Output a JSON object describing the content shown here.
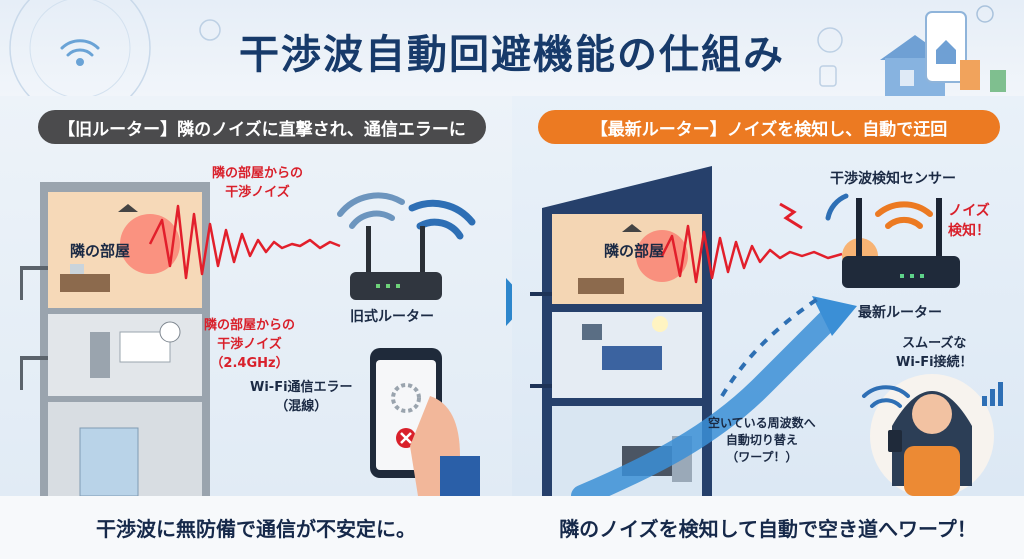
{
  "title": "干渉波自動回避機能の仕組み",
  "left": {
    "header": "【旧ルーター】隣のノイズに直撃され、通信エラーに",
    "room_label": "隣の部屋",
    "noise_label_top": "隣の部屋からの\n干渉ノイズ",
    "noise_label_mid": "隣の部屋からの\n干渉ノイズ\n（2.4GHz）",
    "router_label": "旧式ルーター",
    "error_label": "Wi-Fi通信エラー\n（混線）",
    "caption": "干渉波に無防備で通信が不安定に。"
  },
  "right": {
    "header": "【最新ルーター】ノイズを検知し、自動で迂回",
    "room_label": "隣の部屋",
    "sensor_label": "干渉波検知センサー",
    "detect_label": "ノイズ\n検知！",
    "router_label": "最新ルーター",
    "smooth_label": "スムーズな\nWi-Fi接続！",
    "switch_label": "空いている周波数へ\n自動切り替え\n（ワープ！）",
    "caption": "隣のノイズを検知して自動で空き道へワープ！"
  },
  "colors": {
    "navy": "#173a6a",
    "noise_red": "#d9202b",
    "orange": "#ec7a22",
    "blue": "#2d86cc"
  }
}
